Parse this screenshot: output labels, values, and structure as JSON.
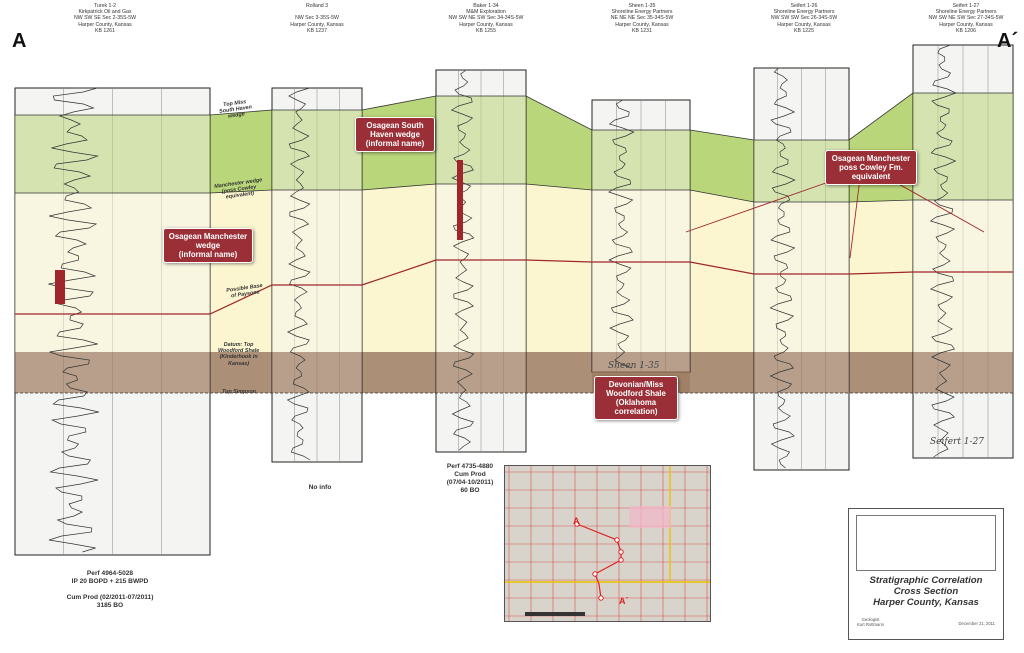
{
  "cross_section": {
    "left_end": "A",
    "right_end": "A´",
    "wells": [
      {
        "name": "Turek 1-2",
        "header": "Turek 1-2\nKirkpatrick Oil and Gas\nNW SW SE Sec 2-35S-5W\nHarper County, Kansas\nKB 1261",
        "notes": "Perf 4964-5028\nIP 20 BOPD + 215 BWPD\n\nCum Prod (02/2011-07/2011)\n3185 BO"
      },
      {
        "name": "Rolland 3",
        "header": "Rolland 3\n\nNW Sec 3-35S-5W\nHarper County, Kansas\nKB 1237",
        "notes": "No info"
      },
      {
        "name": "Baker 1-34",
        "header": "Baker 1-34\nM&M Exploration\nNW SW NE SW Sec 34-34S-5W\nHarper County, Kansas\nKB 1255",
        "notes": "Perf 4735-4880\nCum Prod\n(07/04-10/2011)\n60 BO"
      },
      {
        "name": "Sheen 1-35",
        "header": "Sheen 1-35\nShoreline Energy Partners\nNE NE NE Sec 35-34S-5W\nHarper County, Kansas\nKB 1231",
        "notes": "",
        "scan_label": "Sheen 1-35"
      },
      {
        "name": "Seifert 1-26",
        "header": "Seifert 1-26\nShoreline Energy Partners\nNW SW SW Sec 26-34S-5W\nHarper County, Kansas\nKB 1225",
        "notes": ""
      },
      {
        "name": "Seifert 1-27",
        "header": "Seifert 1-27\nShoreline Energy Partners\nNW SW NE SW Sec 27-34S-5W\nHarper County, Kansas\nKB 1206",
        "notes": "",
        "scan_label": "Seifert 1-27"
      }
    ],
    "horizon_labels": [
      "Top Miss\nSouth Haven\nwedge",
      "Manchester wedge\n(poss Cowley\nequivalent)",
      "Possible Base\nof Paysone",
      "Datum: Top\nWoodford Shale\n(Kinderhook in\nKansas)",
      "Top Simpson"
    ],
    "callouts": [
      "Osagean South\nHaven wedge\n(informal name)",
      "Osagean Manchester\nwedge\n(informal name)",
      "Osagean Manchester\nposs Cowley Fm.\nequivalent",
      "Devonian/Miss\nWoodford Shale\n(Oklahoma correlation)"
    ],
    "colors": {
      "south_haven_wedge": "#b9d67a",
      "manchester_wedge": "#fbf6d0",
      "woodford_shale": "#9c7b5f",
      "correlation_line": "#a0262c",
      "callout": "#9b2f37"
    }
  },
  "map": {
    "label_a": "A",
    "label_a_prime": "A´"
  },
  "title_block": {
    "title": "Stratigraphic Correlation\nCross Section\nHarper County, Kansas",
    "geologist": "Geologist\nKurt Rottmann",
    "date": "December 21, 2011"
  }
}
